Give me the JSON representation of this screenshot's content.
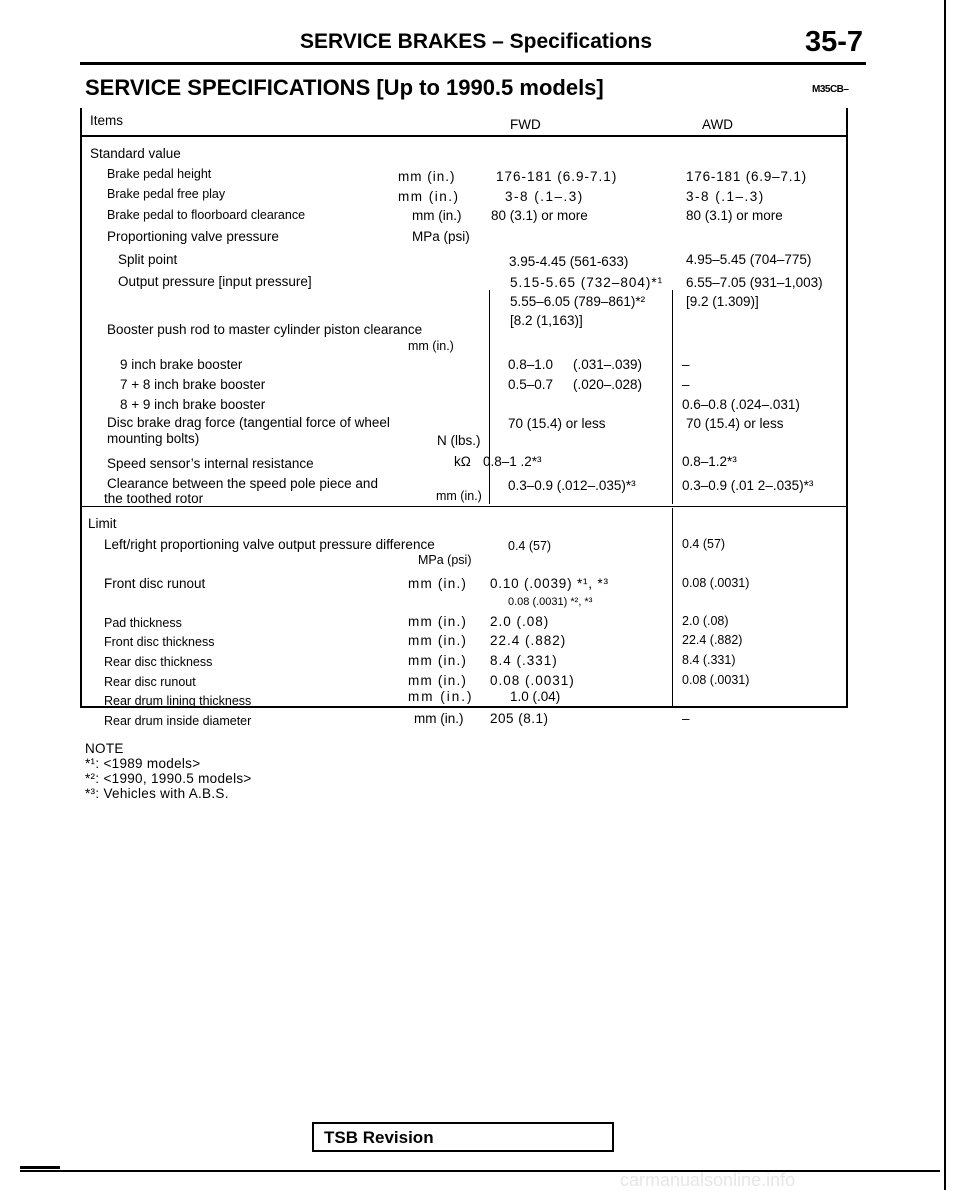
{
  "header": {
    "title": "SERVICE BRAKES – Specifications",
    "page": "35-7"
  },
  "section": {
    "title": "SERVICE SPECIFICATIONS [Up to 1990.5 models]",
    "code": "M35CB–"
  },
  "table": {
    "col_items": "Items",
    "col_fwd": "FWD",
    "col_awd": "AWD",
    "standard": {
      "heading": "Standard value",
      "pedal_height": {
        "label": "Brake pedal height",
        "unit": "mm (in.)",
        "fwd": "176-181 (6.9-7.1)",
        "awd": "176-181 (6.9–7.1)"
      },
      "free_play": {
        "label": "Brake pedal free play",
        "unit": "mm (in.)",
        "fwd": "3-8 (.1–.3)",
        "awd": "3-8 (.1–.3)"
      },
      "floor_clearance": {
        "label": "Brake pedal to floorboard clearance",
        "unit": "mm (in.)",
        "fwd": "80 (3.1) or more",
        "awd": "80 (3.1) or more"
      },
      "prop_valve": {
        "label": "Proportioning valve pressure",
        "unit": "MPa (psi)"
      },
      "split_point": {
        "label": "Split point",
        "fwd": "3.95-4.45 (561-633)",
        "awd": "4.95–5.45 (704–775)"
      },
      "output_pressure": {
        "label": "Output pressure [input pressure]",
        "fwd1": "5.15-5.65 (732–804)*¹",
        "fwd2": "5.55–6.05 (789–861)*²",
        "fwd3": "[8.2 (1,163)]",
        "awd1": "6.55–7.05 (931–1,003)",
        "awd2": "[9.2 (1.309)]"
      },
      "booster": {
        "label": "Booster push rod to master cylinder piston clearance",
        "unit": "mm (in.)",
        "b9": {
          "label": "9 inch brake booster",
          "fwd_a": "0.8–1.0",
          "fwd_b": "(.031–.039)",
          "awd": "–"
        },
        "b78": {
          "label": "7 + 8 inch brake booster",
          "fwd_a": "0.5–0.7",
          "fwd_b": "(.020–.028)",
          "awd": "–"
        },
        "b89": {
          "label": "8 + 9 inch brake booster",
          "awd": "0.6–0.8 (.024–.031)"
        }
      },
      "drag_force": {
        "label1": "Disc brake drag force (tangential force of wheel",
        "label2": "mounting bolts)",
        "unit": "N (lbs.)",
        "fwd": "70 (15.4) or less",
        "awd": "70 (15.4) or less"
      },
      "sensor_resistance": {
        "label": "Speed sensor’s internal resistance",
        "unit": "kΩ",
        "fwd": "0.8–1 .2*³",
        "awd": "0.8–1.2*³"
      },
      "pole_clearance": {
        "label1": "Clearance between the speed pole piece and",
        "label2": "the toothed rotor",
        "unit": "mm (in.)",
        "fwd": "0.3–0.9 (.012–.035)*³",
        "awd": "0.3–0.9 (.01 2–.035)*³"
      }
    },
    "limit": {
      "heading": "Limit",
      "lr_prop": {
        "label": "Left/right proportioning valve output pressure difference",
        "unit": "MPa (psi)",
        "fwd": "0.4 (57)",
        "awd": "0.4 (57)"
      },
      "front_runout": {
        "label": "Front disc runout",
        "unit": "mm (in.)",
        "fwd1": "0.10 (.0039) *¹, *³",
        "fwd2": "0.08 (.0031) *², *³",
        "awd": "0.08 (.0031)"
      },
      "pad": {
        "label": "Pad thickness",
        "unit": "mm (in.)",
        "fwd": "2.0 (.08)",
        "awd": "2.0 (.08)"
      },
      "front_thick": {
        "label": "Front disc thickness",
        "unit": "mm (in.)",
        "fwd": "22.4 (.882)",
        "awd": "22.4 (.882)"
      },
      "rear_thick": {
        "label": "Rear disc thickness",
        "unit": "mm (in.)",
        "fwd": "8.4 (.331)",
        "awd": "8.4 (.331)"
      },
      "rear_runout": {
        "label": "Rear disc runout",
        "unit": "mm (in.)",
        "fwd": "0.08 (.0031)",
        "awd": "0.08 (.0031)"
      },
      "drum_lining": {
        "label": "Rear drum lining thickness",
        "unit": "mm (in.)",
        "fwd": "1.0 (.04)",
        "awd": ""
      },
      "drum_diam": {
        "label": "Rear drum inside diameter",
        "unit": "mm (in.)",
        "fwd": "205 (8.1)",
        "awd": "–"
      }
    }
  },
  "notes": {
    "heading": "NOTE",
    "n1": "*¹: <1989 models>",
    "n2": "*²: <1990, 1990.5 models>",
    "n3": "*³: Vehicles with A.B.S."
  },
  "footer": {
    "tsb": "TSB Revision",
    "watermark": "carmanualsonline.info"
  }
}
